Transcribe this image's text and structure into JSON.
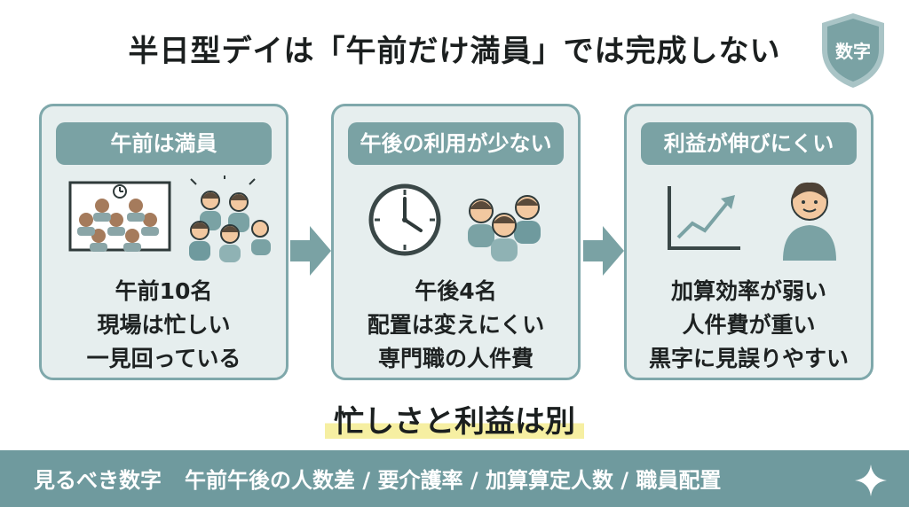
{
  "title": "半日型デイは「午前だけ満員」では完成しない",
  "badge": {
    "label": "数字",
    "icon": "shield-icon",
    "color": "#7aa2a4"
  },
  "panels": [
    {
      "heading": "午前は満員",
      "icon": "crowded-room-icon",
      "lines": [
        "午前10名",
        "現場は忙しい",
        "一見回っている"
      ]
    },
    {
      "heading": "午後の利用が少ない",
      "icon": "clock-people-icon",
      "lines": [
        "午後4名",
        "配置は変えにくい",
        "専門職の人件費"
      ]
    },
    {
      "heading": "利益が伸びにくい",
      "icon": "growth-chart-staff-icon",
      "lines": [
        "加算効率が弱い",
        "人件費が重い",
        "黒字に見誤りやすい"
      ]
    }
  ],
  "center_label": "忙しさと利益は別",
  "footer": {
    "lead": "見るべき数字",
    "items": "午前午後の人数差 / 要介護率 / 加算算定人数 / 職員配置"
  },
  "colors": {
    "accent": "#7aa2a4",
    "panel_bg": "#e6eeee",
    "highlight": "#f6efa2",
    "footer_bg": "#6f9a9e"
  }
}
